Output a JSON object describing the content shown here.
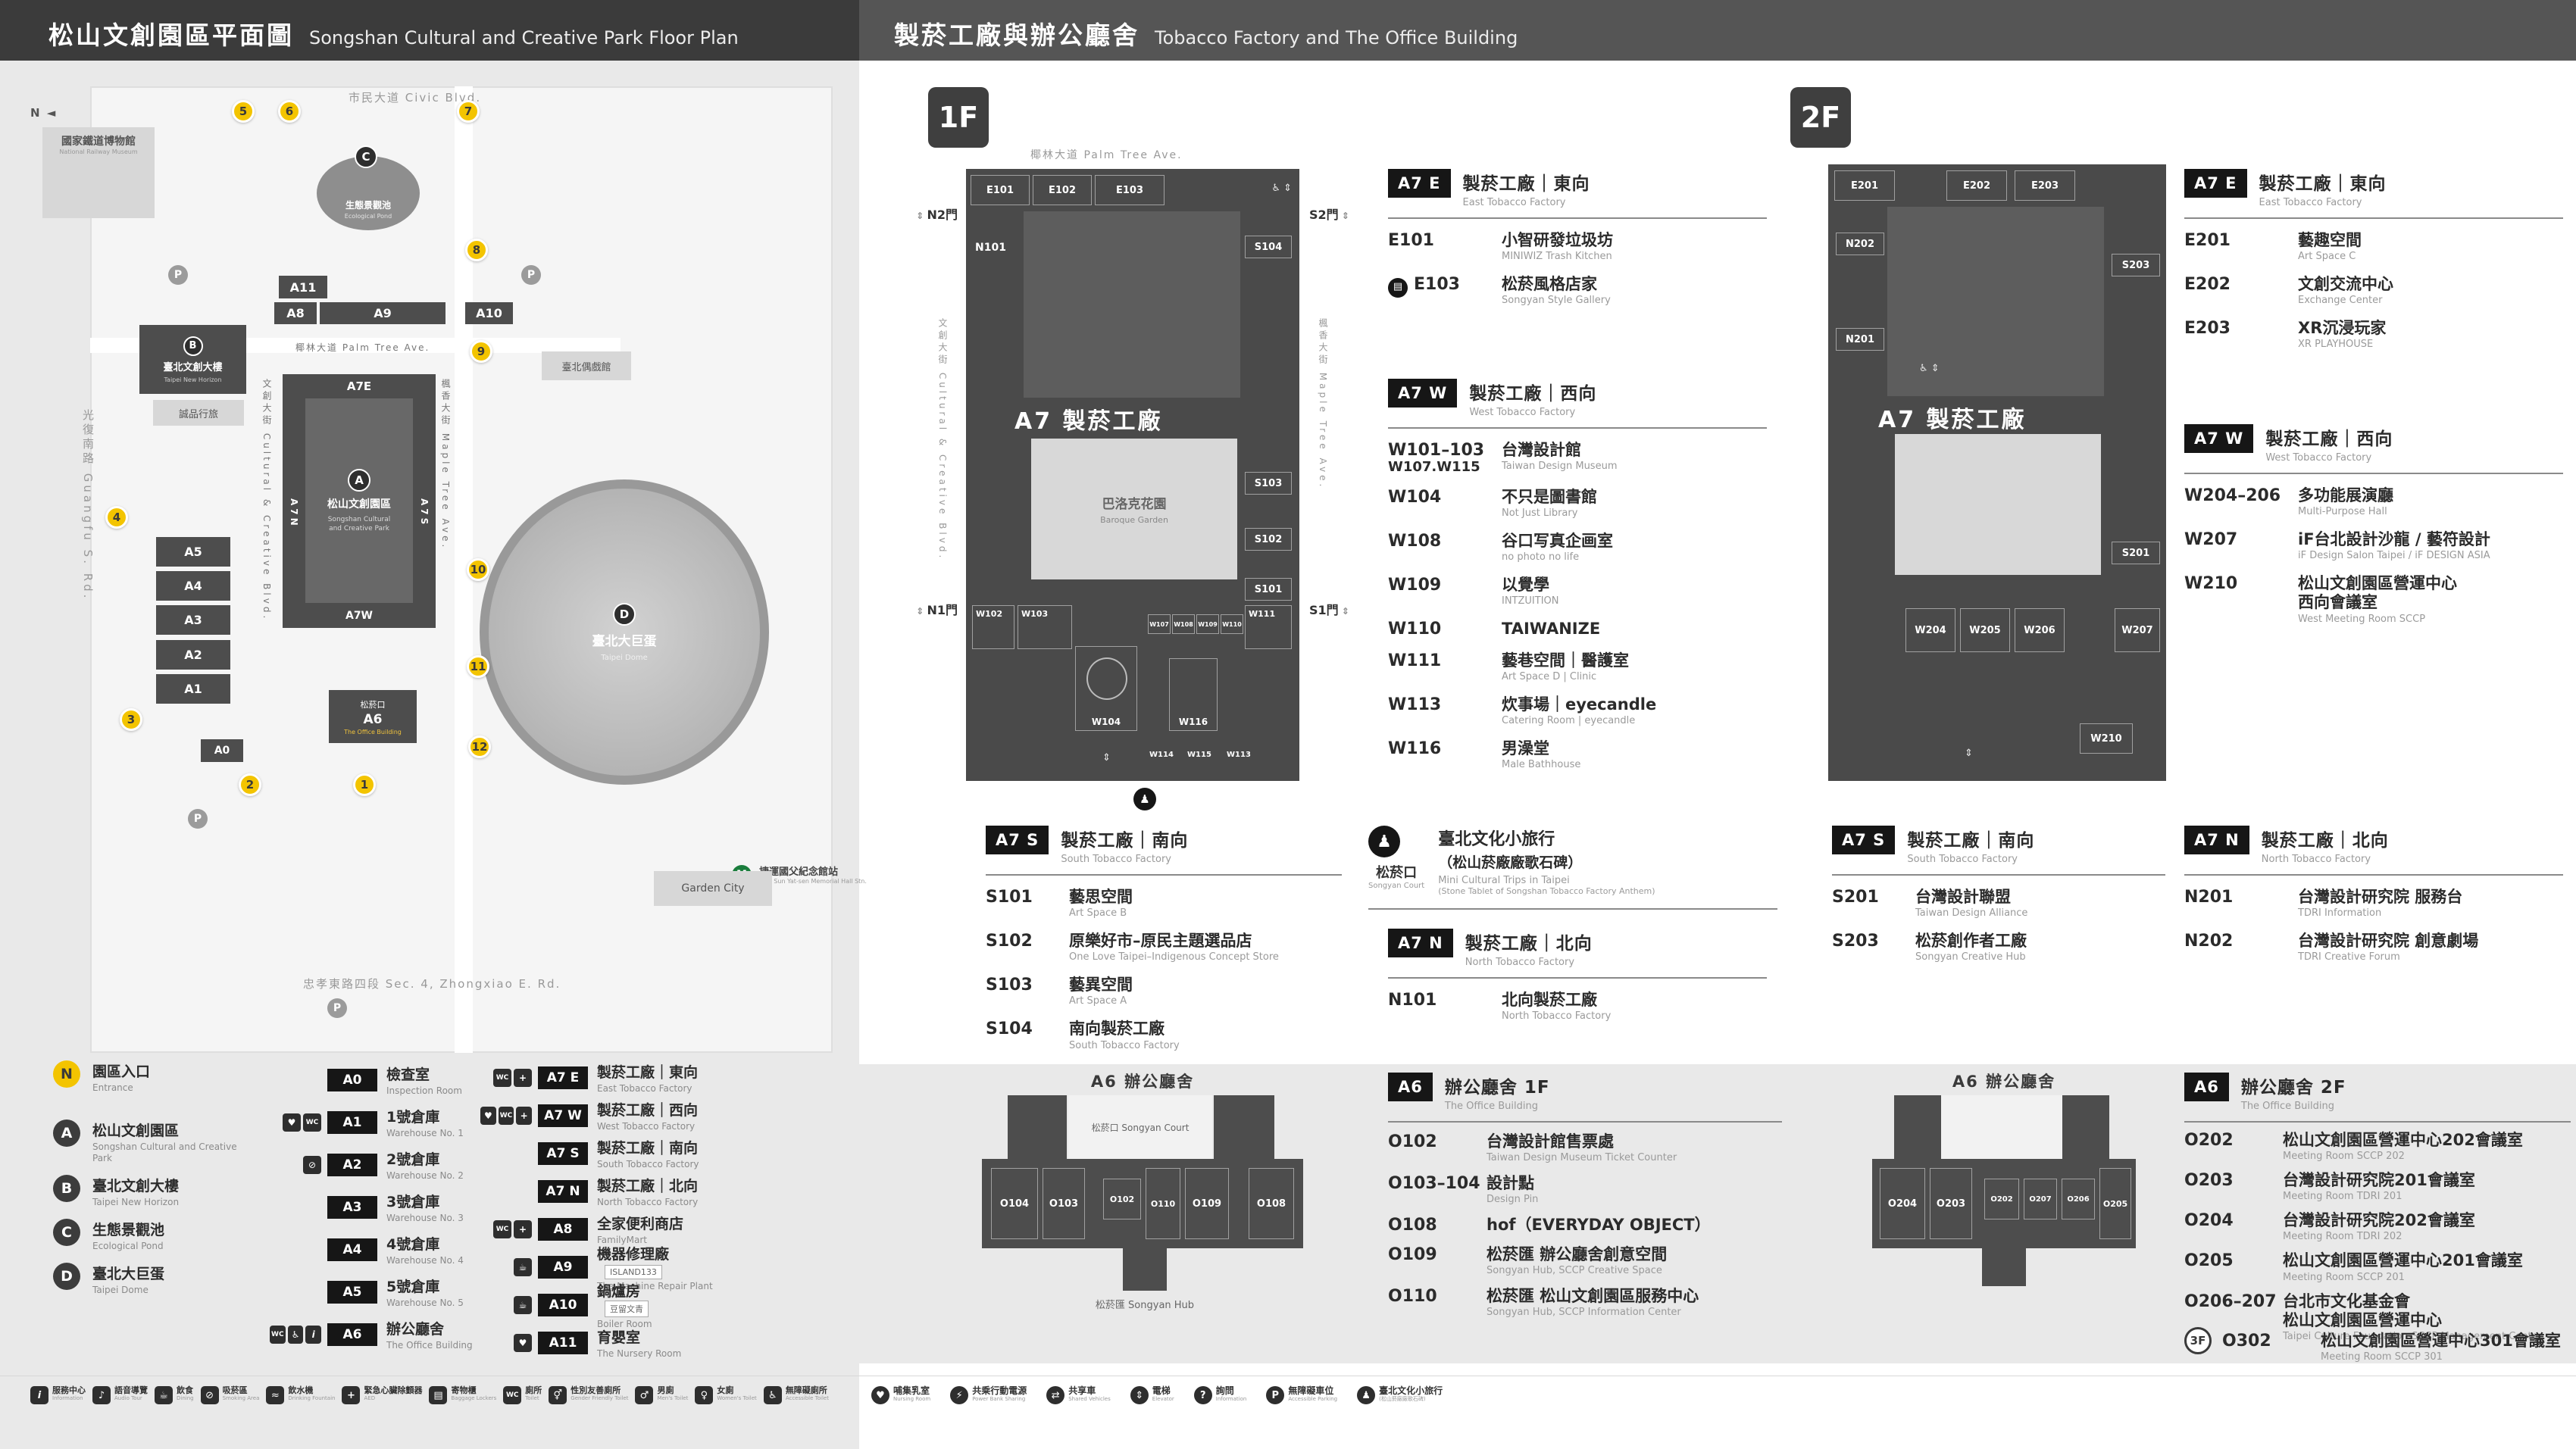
{
  "colors": {
    "accent_yellow": "#f3c400",
    "header_left_bg": "#3b3b3b",
    "header_right_bg": "#555555",
    "building_dark": "#4d4d4d",
    "panel_gray": "#e9e9e9",
    "badge_black": "#161616"
  },
  "header_left": {
    "zh": "松山文創園區平面圖",
    "en": "Songshan Cultural and Creative Park Floor Plan"
  },
  "header_right": {
    "zh": "製菸工廠與辦公廳舍",
    "en": "Tobacco Factory and The Office Building"
  },
  "map": {
    "compass": "N ◄",
    "streets": {
      "civic": "市民大道 Civic Blvd.",
      "guangfu": "光復南路 Guangfu S. Rd.",
      "zhongxiao": "忠孝東路四段 Sec. 4, Zhongxiao E. Rd.",
      "palm": "椰林大道 Palm Tree Ave.",
      "cultural": "文創大街 Cultural & Creative Blvd.",
      "maple": "楓香大街 Maple Tree Ave."
    },
    "pois": {
      "railway_zh": "國家鐵道博物館",
      "railway_en": "National Railway Museum",
      "eslite": "誠品行旅",
      "puppet": "臺北偶戲館",
      "mrt_sym": "M",
      "mrt_zh": "捷運國父紀念館站",
      "mrt_en": "MRT Sun Yat-sen Memorial Hall Stn.",
      "garden_city": "Garden City",
      "parking": "P"
    },
    "blocks": {
      "a0": "A0",
      "a1": "A1",
      "a2": "A2",
      "a3": "A3",
      "a4": "A4",
      "a5": "A5",
      "a6": "A6",
      "a6_top": "松菸口",
      "a6_sub": "The Office Building",
      "a7e": "A7E",
      "a7w": "A7W",
      "a7n": "A7N",
      "a7s": "A7S",
      "a8": "A8",
      "a9": "A9",
      "a10": "A10",
      "a11": "A11"
    },
    "park": {
      "letter": "A",
      "zh": "松山文創園區",
      "en1": "Songshan Cultural",
      "en2": "and Creative Park"
    },
    "b": {
      "letter": "B",
      "zh": "臺北文創大樓",
      "en": "Taipei New Horizon"
    },
    "c": {
      "letter": "C",
      "zh": "生態景觀池",
      "en": "Ecological Pond"
    },
    "d": {
      "letter": "D",
      "zh": "臺北大巨蛋",
      "en": "Taipei Dome"
    },
    "gates": [
      "1",
      "2",
      "3",
      "4",
      "5",
      "6",
      "7",
      "8",
      "9",
      "10",
      "11",
      "12"
    ]
  },
  "legend": {
    "entrance": {
      "sym": "N",
      "zh": "園區入口",
      "en": "Entrance"
    },
    "places": [
      {
        "sym": "A",
        "zh": "松山文創園區",
        "en": "Songshan Cultural and Creative Park"
      },
      {
        "sym": "B",
        "zh": "臺北文創大樓",
        "en": "Taipei New Horizon"
      },
      {
        "sym": "C",
        "zh": "生態景觀池",
        "en": "Ecological Pond"
      },
      {
        "sym": "D",
        "zh": "臺北大巨蛋",
        "en": "Taipei Dome"
      }
    ],
    "buildings": [
      {
        "badge": "A0",
        "zh": "檢查室",
        "en": "Inspection Room"
      },
      {
        "badge": "A1",
        "zh": "1號倉庫",
        "en": "Warehouse No. 1",
        "icons": [
          "nursing",
          "toilet"
        ]
      },
      {
        "badge": "A2",
        "zh": "2號倉庫",
        "en": "Warehouse No. 2",
        "icons": [
          "smoking"
        ]
      },
      {
        "badge": "A3",
        "zh": "3號倉庫",
        "en": "Warehouse No. 3"
      },
      {
        "badge": "A4",
        "zh": "4號倉庫",
        "en": "Warehouse No. 4"
      },
      {
        "badge": "A5",
        "zh": "5號倉庫",
        "en": "Warehouse No. 5"
      },
      {
        "badge": "A6",
        "zh": "辦公廳舍",
        "en": "The Office Building",
        "icons": [
          "toilet",
          "accessible",
          "info"
        ]
      }
    ],
    "buildings2": [
      {
        "badge": "A7 E",
        "zh": "製菸工廠｜東向",
        "en": "East Tobacco Factory",
        "icons": [
          "toilet",
          "aed"
        ]
      },
      {
        "badge": "A7 W",
        "zh": "製菸工廠｜西向",
        "en": "West Tobacco Factory",
        "icons": [
          "nursing",
          "toilet",
          "aed"
        ]
      },
      {
        "badge": "A7 S",
        "zh": "製菸工廠｜南向",
        "en": "South Tobacco Factory"
      },
      {
        "badge": "A7 N",
        "zh": "製菸工廠｜北向",
        "en": "North Tobacco Factory"
      },
      {
        "badge": "A8",
        "zh": "全家便利商店",
        "en": "FamilyMart",
        "icons": [
          "toilet",
          "aed"
        ]
      },
      {
        "badge": "A9",
        "zh": "機器修理廠",
        "en": "The Machine Repair Plant",
        "icons": [
          "dining"
        ],
        "note": "ISLAND133"
      },
      {
        "badge": "A10",
        "zh": "鍋爐房",
        "en": "Boiler Room",
        "icons": [
          "dining"
        ],
        "note": "豆留文青"
      },
      {
        "badge": "A11",
        "zh": "育嬰室",
        "en": "The Nursery Room",
        "icons": [
          "nursing"
        ]
      }
    ]
  },
  "f1": {
    "label": "1F",
    "street_top": "椰林大道 Palm Tree Ave.",
    "street_left": "文創大街 Cultural & Creative Blvd.",
    "street_right": "楓香大街 Maple Tree Ave.",
    "gates": {
      "n2": "N2門",
      "s2": "S2門",
      "n1": "N1門",
      "s1": "S1門"
    },
    "plan": {
      "title": "A7 製菸工廠",
      "baroque_zh": "巴洛克花園",
      "baroque_en": "Baroque Garden",
      "rooms": {
        "e101": "E101",
        "e102": "E102",
        "e103": "E103",
        "n101": "N101",
        "s101": "S101",
        "s102": "S102",
        "s103": "S103",
        "s104": "S104",
        "w102": "W102",
        "w103": "W103",
        "w104": "W104",
        "w107": "W107",
        "w108": "W108",
        "w109": "W109",
        "w110": "W110",
        "w111": "W111",
        "w113": "W113",
        "w114": "W114",
        "w115": "W115",
        "w116": "W116"
      }
    },
    "sections": {
      "a7e": {
        "header": {
          "badge": "A7 E",
          "zh": "製菸工廠｜東向",
          "en": "East Tobacco Factory"
        },
        "items": [
          {
            "code": "E101",
            "zh": "小智研發垃圾坊",
            "en": "MINIWIZ Trash Kitchen"
          },
          {
            "code": "E103",
            "zh": "松菸風格店家",
            "en": "Songyan Style Gallery",
            "icon": "shop"
          }
        ]
      },
      "a7w": {
        "header": {
          "badge": "A7 W",
          "zh": "製菸工廠｜西向",
          "en": "West Tobacco Factory"
        },
        "items": [
          {
            "code": "W101–103",
            "code2": "W107.W115",
            "zh": "台灣設計館",
            "en": "Taiwan Design Museum"
          },
          {
            "code": "W104",
            "zh": "不只是圖書館",
            "en": "Not Just Library"
          },
          {
            "code": "W108",
            "zh": "谷口写真企画室",
            "en": "no photo no life"
          },
          {
            "code": "W109",
            "zh": "以覺學",
            "en": "INTZUITION"
          },
          {
            "code": "W110",
            "zh": "TAIWANIZE",
            "en": ""
          },
          {
            "code": "W111",
            "zh": "藝巷空間｜醫護室",
            "en": "Art Space D | Clinic"
          },
          {
            "code": "W113",
            "zh": "炊事場｜eyecandle",
            "en": "Catering Room | eyecandle"
          },
          {
            "code": "W116",
            "zh": "男澡堂",
            "en": "Male Bathhouse"
          }
        ]
      },
      "a7s": {
        "header": {
          "badge": "A7 S",
          "zh": "製菸工廠｜南向",
          "en": "South Tobacco Factory"
        },
        "items": [
          {
            "code": "S101",
            "zh": "藝思空間",
            "en": "Art Space B"
          },
          {
            "code": "S102",
            "zh": "原樂好市–原民主題選品店",
            "en": "One Love Taipei–Indigenous Concept Store"
          },
          {
            "code": "S103",
            "zh": "藝異空間",
            "en": "Art Space A"
          },
          {
            "code": "S104",
            "zh": "南向製菸工廠",
            "en": "South Tobacco Factory"
          }
        ]
      },
      "a7n": {
        "header": {
          "badge": "A7 N",
          "zh": "製菸工廠｜北向",
          "en": "North Tobacco Factory"
        },
        "items": [
          {
            "code": "N101",
            "zh": "北向製菸工廠",
            "en": "North Tobacco Factory"
          }
        ]
      }
    },
    "court": {
      "label_zh": "松菸口",
      "label_en": "Songyan Court",
      "zh": "臺北文化小旅行",
      "zh2": "（松山菸廠廠歌石碑）",
      "en": "Mini Cultural Trips in Taipei",
      "en2": "(Stone Tablet of Songshan Tobacco Factory Anthem)"
    }
  },
  "a6f1": {
    "title": "A6 辦公廳舍",
    "court": "松菸口 Songyan Court",
    "hub": "松菸匯 Songyan Hub",
    "rooms": {
      "o102": "O102",
      "o103": "O103",
      "o104": "O104",
      "o108": "O108",
      "o109": "O109",
      "o110": "O110"
    },
    "section": {
      "header": {
        "badge": "A6",
        "zh": "辦公廳舍 1F",
        "en": "The Office Building"
      },
      "items": [
        {
          "code": "O102",
          "zh": "台灣設計館售票處",
          "en": "Taiwan Design Museum Ticket Counter"
        },
        {
          "code": "O103–104",
          "zh": "設計點",
          "en": "Design Pin"
        },
        {
          "code": "O108",
          "zh": "hof（EVERYDAY OBJECT）",
          "en": ""
        },
        {
          "code": "O109",
          "zh": "松菸匯 辦公廳舍創意空間",
          "en": "Songyan Hub, SCCP Creative Space"
        },
        {
          "code": "O110",
          "zh": "松菸匯 松山文創園區服務中心",
          "en": "Songyan Hub, SCCP Information Center"
        }
      ]
    }
  },
  "f2": {
    "label": "2F",
    "plan": {
      "title": "A7 製菸工廠",
      "rooms": {
        "e201": "E201",
        "e202": "E202",
        "e203": "E203",
        "n201": "N201",
        "n202": "N202",
        "s201": "S201",
        "s203": "S203",
        "w204": "W204",
        "w205": "W205",
        "w206": "W206",
        "w207": "W207",
        "w210": "W210"
      }
    },
    "sections": {
      "a7e": {
        "header": {
          "badge": "A7 E",
          "zh": "製菸工廠｜東向",
          "en": "East Tobacco Factory"
        },
        "items": [
          {
            "code": "E201",
            "zh": "藝趣空間",
            "en": "Art Space C"
          },
          {
            "code": "E202",
            "zh": "文創交流中心",
            "en": "Exchange Center"
          },
          {
            "code": "E203",
            "zh": "XR沉浸玩家",
            "en": "XR PLAYHOUSE"
          }
        ]
      },
      "a7w": {
        "header": {
          "badge": "A7 W",
          "zh": "製菸工廠｜西向",
          "en": "West Tobacco Factory"
        },
        "items": [
          {
            "code": "W204–206",
            "zh": "多功能展演廳",
            "en": "Multi-Purpose Hall"
          },
          {
            "code": "W207",
            "zh": "iF台北設計沙龍 / 藝符設計",
            "en": "iF Design Salon Taipei / iF DESIGN ASIA"
          },
          {
            "code": "W210",
            "zh": "松山文創園區營運中心",
            "zh2": "西向會議室",
            "en": "West Meeting Room SCCP"
          }
        ]
      },
      "a7s": {
        "header": {
          "badge": "A7 S",
          "zh": "製菸工廠｜南向",
          "en": "South Tobacco Factory"
        },
        "items": [
          {
            "code": "S201",
            "zh": "台灣設計聯盟",
            "en": "Taiwan Design Alliance"
          },
          {
            "code": "S203",
            "zh": "松菸創作者工廠",
            "en": "Songyan Creative Hub"
          }
        ]
      },
      "a7n": {
        "header": {
          "badge": "A7 N",
          "zh": "製菸工廠｜北向",
          "en": "North Tobacco Factory"
        },
        "items": [
          {
            "code": "N201",
            "zh": "台灣設計研究院 服務台",
            "en": "TDRI Information"
          },
          {
            "code": "N202",
            "zh": "台灣設計研究院 創意劇場",
            "en": "TDRI Creative Forum"
          }
        ]
      }
    }
  },
  "a6f2": {
    "title": "A6 辦公廳舍",
    "rooms": {
      "o202": "O202",
      "o203": "O203",
      "o204": "O204",
      "o205": "O205",
      "o206": "O206",
      "o207": "O207"
    },
    "section": {
      "header": {
        "badge": "A6",
        "zh": "辦公廳舍 2F",
        "en": "The Office Building"
      },
      "items": [
        {
          "code": "O202",
          "zh": "松山文創園區營運中心202會議室",
          "en": "Meeting Room SCCP 202"
        },
        {
          "code": "O203",
          "zh": "台灣設計研究院201會議室",
          "en": "Meeting Room TDRI 201"
        },
        {
          "code": "O204",
          "zh": "台灣設計研究院202會議室",
          "en": "Meeting Room TDRI 202"
        },
        {
          "code": "O205",
          "zh": "松山文創園區營運中心201會議室",
          "en": "Meeting Room SCCP 201"
        },
        {
          "code": "O206–207",
          "zh": "台北市文化基金會",
          "zh2": "松山文創園區營運中心",
          "en": "Taipei Culture Foundation-SCCP Management Center"
        }
      ]
    },
    "f3": {
      "badge": "3F",
      "code": "O302",
      "zh": "松山文創園區營運中心301會議室",
      "en": "Meeting Room SCCP 301"
    }
  },
  "facilities": {
    "left": [
      {
        "icon": "info",
        "zh": "服務中心",
        "en": "Information"
      },
      {
        "icon": "audio",
        "zh": "語音導覽",
        "en": "Audio Tour"
      },
      {
        "icon": "dining",
        "zh": "飲食",
        "en": "Dining"
      },
      {
        "icon": "smoking",
        "zh": "吸菸區",
        "en": "Smoking Area"
      },
      {
        "icon": "water",
        "zh": "飲水機",
        "en": "Drinking Fountain"
      },
      {
        "icon": "aed",
        "zh": "緊急心臟除顫器",
        "en": "AED"
      },
      {
        "icon": "locker",
        "zh": "寄物櫃",
        "en": "Baggage Lockers"
      },
      {
        "icon": "toilet",
        "zh": "廁所",
        "en": "Toilet"
      },
      {
        "icon": "gender",
        "zh": "性別友善廁所",
        "en": "Gender Friendly Toilet"
      },
      {
        "icon": "male",
        "zh": "男廁",
        "en": "Men's Toilet"
      },
      {
        "icon": "female",
        "zh": "女廁",
        "en": "Women's Toilet"
      },
      {
        "icon": "accessible",
        "zh": "無障礙廁所",
        "en": "Accessible Toilet"
      }
    ],
    "right": [
      {
        "icon": "nursing",
        "zh": "哺集乳室",
        "en": "Nursing Room"
      },
      {
        "icon": "power",
        "zh": "共乘行動電源",
        "en": "Power Bank Sharing"
      },
      {
        "icon": "share",
        "zh": "共享車",
        "en": "Shared Vehicles"
      },
      {
        "icon": "elevator",
        "zh": "電梯",
        "en": "Elevator"
      },
      {
        "icon": "ask",
        "zh": "詢問",
        "en": "Information"
      },
      {
        "icon": "parking",
        "zh": "無障礙車位",
        "en": "Accessible Parking"
      },
      {
        "icon": "trip",
        "zh": "臺北文化小旅行",
        "en": "(松山菸廠廠歌石碑)"
      }
    ]
  }
}
